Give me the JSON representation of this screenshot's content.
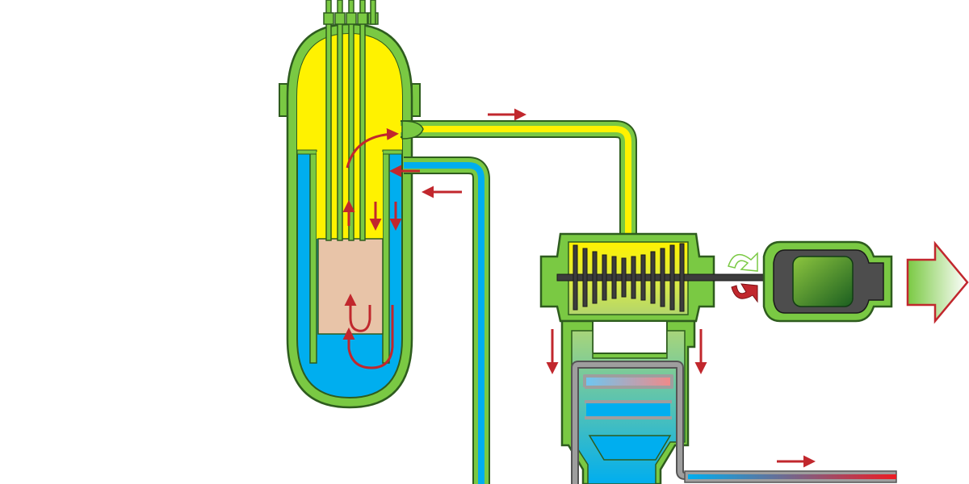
{
  "diagram": {
    "components": [
      {
        "name": "reactor-vessel",
        "label": ""
      },
      {
        "name": "control-rods",
        "label": ""
      },
      {
        "name": "reactor-core",
        "label": ""
      },
      {
        "name": "steam-line",
        "label": ""
      },
      {
        "name": "turbine",
        "label": ""
      },
      {
        "name": "generator",
        "label": ""
      },
      {
        "name": "condenser",
        "label": ""
      },
      {
        "name": "feedwater-line",
        "label": ""
      },
      {
        "name": "cooling-water-line",
        "label": ""
      }
    ],
    "flow_arrows": 14,
    "output_arrow": "electricity-output"
  },
  "colors": {
    "casing_green": "#7ac943",
    "casing_outline": "#2e5c1e",
    "steam_yellow": "#fff200",
    "water_blue": "#00aeef",
    "core_tan": "#e8c4a8",
    "arrow_red": "#c1272d",
    "hot_red": "#ed1c24",
    "turbine_dark": "#3c3c3c",
    "generator_green": "#39b54a",
    "cooling_gray": "#9e9e9e"
  }
}
